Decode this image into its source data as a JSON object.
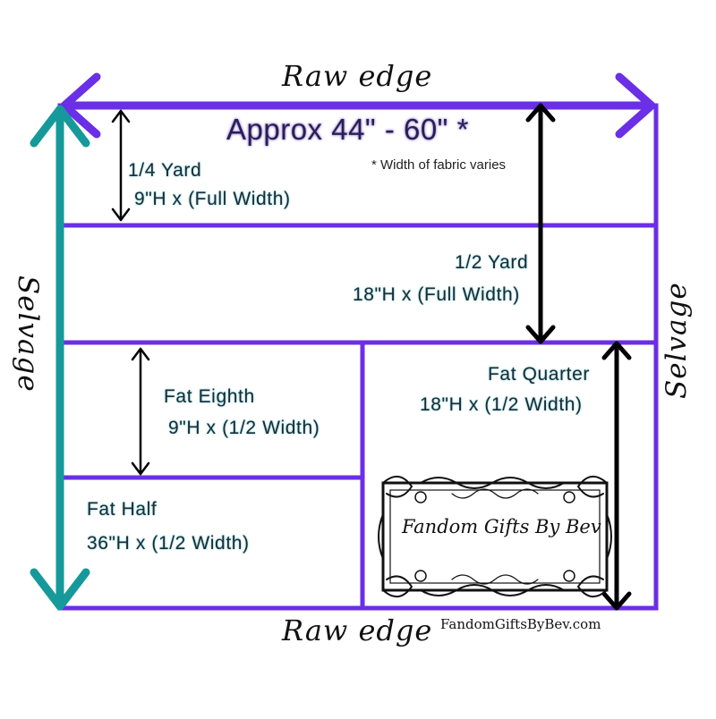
{
  "edges": {
    "top": "Raw edge",
    "bottom": "Raw edge",
    "left": "Selvage",
    "right": "Selvage"
  },
  "header": {
    "width": "Approx 44\" - 60\" *",
    "width_note": "* Width of fabric varies"
  },
  "cuts": {
    "quarter_yard": {
      "name": "1/4 Yard",
      "size": "9\"H x (Full Width)"
    },
    "half_yard": {
      "name": "1/2 Yard",
      "size": "18\"H x (Full Width)"
    },
    "fat_eighth": {
      "name": "Fat Eighth",
      "size": "9\"H x (1/2 Width)"
    },
    "fat_quarter": {
      "name": "Fat Quarter",
      "size": "18\"H x (1/2 Width)"
    },
    "fat_half": {
      "name": "Fat Half",
      "size": "36\"H x (1/2 Width)"
    }
  },
  "logo": {
    "text": "Fandom Gifts By Bev"
  },
  "footer": {
    "website": "FandomGiftsByBev.com"
  },
  "colors": {
    "border": "#6a2fe6",
    "selvage_arrow": "#16999a",
    "measure_arrow": "#000000",
    "label_glow": "#7fd3d6"
  }
}
